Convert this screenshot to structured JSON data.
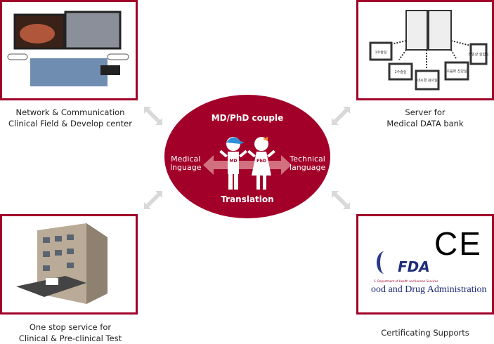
{
  "center": {
    "title": "MD/PhD couple",
    "left_label_1": "Medical",
    "left_label_2": "lnguage",
    "right_label_1": "Technical",
    "right_label_2": "language",
    "bottom": "Translation",
    "md_badge": "MD",
    "phd_badge": "PhD"
  },
  "panels": [
    {
      "caption_1": "Network & Communication",
      "caption_2": "Clinical Field & Develop center"
    },
    {
      "caption_1": "Server for",
      "caption_2": "Medical DATA bank",
      "monitors": [
        "1수술실",
        "2수술실",
        "내시경 검사실",
        "초음파 진단실",
        "전임상 실험실"
      ]
    },
    {
      "caption_1": "One stop service for",
      "caption_2": "Clinical & Pre-clinical Test"
    },
    {
      "caption_1": "Certificating Supports",
      "logo_fda": "FDA",
      "logo_ce": "CE",
      "fda_dept": "S. Department of Health and Human Services",
      "fda_name": "ood and Drug Administration"
    }
  ],
  "colors": {
    "accent": "#a30029",
    "arrow": "#d9d9d9"
  }
}
